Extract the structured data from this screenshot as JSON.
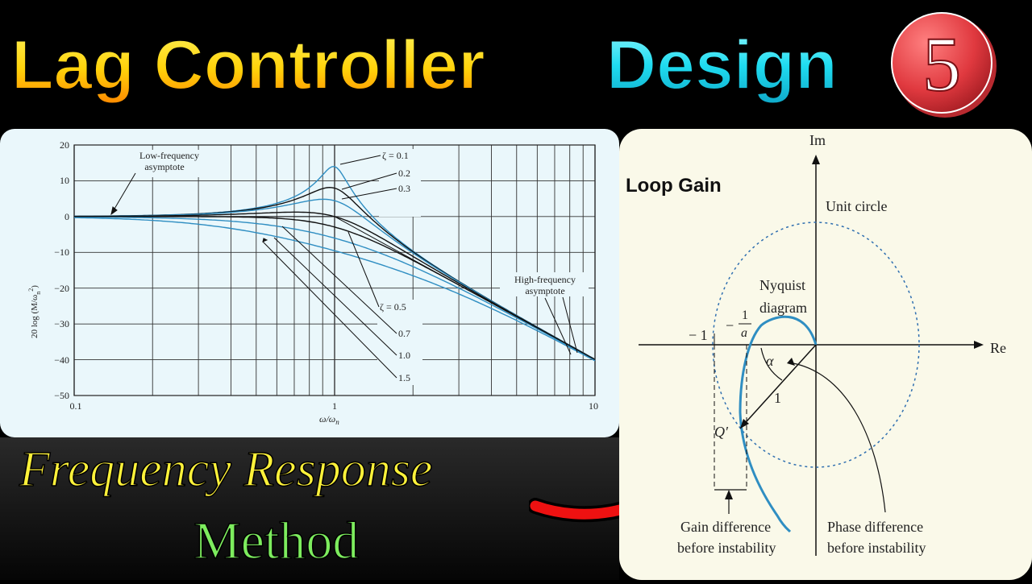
{
  "title": {
    "part1": "Lag Controller",
    "part2": "Design",
    "badge": "5"
  },
  "subtitle": {
    "line1": "Frequency Response",
    "line2": "Method"
  },
  "bode": {
    "ylabel": "20 log (M/ω",
    "ylabel_sup": "2",
    "ylabel_sub": "n",
    "ylabel_end": ")",
    "xlabel": "ω/ω",
    "xlabel_sub": "n",
    "y_ticks": [
      "20",
      "10",
      "0",
      "−10",
      "−20",
      "−30",
      "−40",
      "−50"
    ],
    "x_ticks": [
      "0.1",
      "1",
      "10"
    ],
    "low_freq_label1": "Low-frequency",
    "low_freq_label2": "asymptote",
    "high_freq_label1": "High-frequency",
    "high_freq_label2": "asymptote",
    "zeta_labels_top": [
      "ζ = 0.1",
      "0.2",
      "0.3"
    ],
    "zeta_labels_bottom": [
      "ζ = 0.5",
      "0.7",
      "1.0",
      "1.5"
    ]
  },
  "nyquist": {
    "heading": "Loop Gain",
    "im_label": "Im",
    "re_label": "Re",
    "unit_circle": "Unit circle",
    "nyquist_label1": "Nyquist",
    "nyquist_label2": "diagram",
    "minus_one": "− 1",
    "minus_sign": "−",
    "frac_num": "1",
    "frac_den": "a",
    "alpha": "α",
    "one": "1",
    "q_label": "Q′",
    "gain_diff1": "Gain difference",
    "gain_diff2": "before instability",
    "phase_diff1": "Phase difference",
    "phase_diff2": "before instability"
  },
  "colors": {
    "title_cyan": "#22d8e8",
    "title_yellow": "#ffe812",
    "badge_red": "#e0393f",
    "subtitle_yellow": "#fff23a",
    "subtitle_green": "#7dec5e",
    "curve_blue": "#2f8ec2",
    "arrow_red": "#ee1111"
  },
  "icons": [
    "matlab-logo-icon",
    "red-arrow-icon"
  ]
}
